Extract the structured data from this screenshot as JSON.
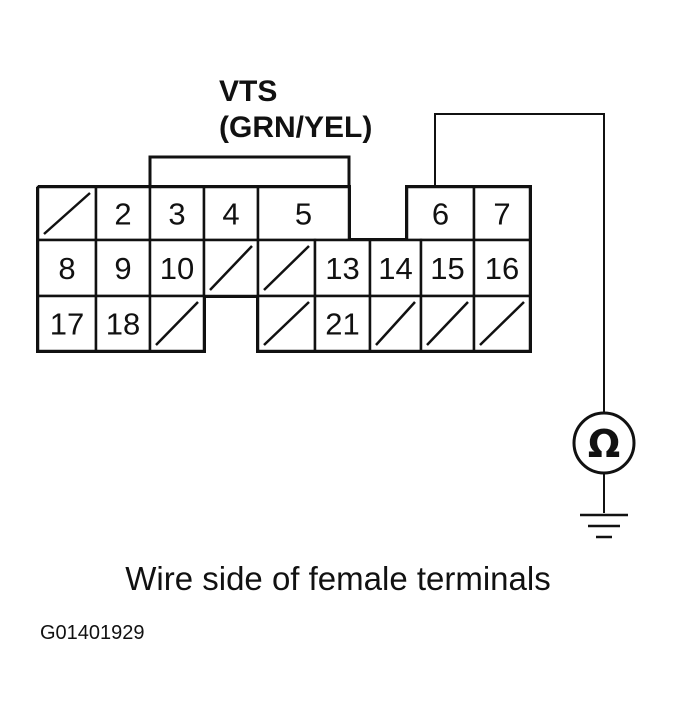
{
  "label": {
    "line1": "VTS",
    "line2": "(GRN/YEL)"
  },
  "terminals": [
    "",
    "2",
    "3",
    "4",
    "5",
    "6",
    "7",
    "8",
    "9",
    "10",
    "",
    "",
    "13",
    "14",
    "15",
    "16",
    "17",
    "18",
    "",
    "",
    "21",
    "",
    "",
    ""
  ],
  "meter_symbol": "Ω",
  "caption": "Wire side of female terminals",
  "figure_id": "G01401929",
  "colors": {
    "line": "#111111",
    "background": "#ffffff"
  }
}
